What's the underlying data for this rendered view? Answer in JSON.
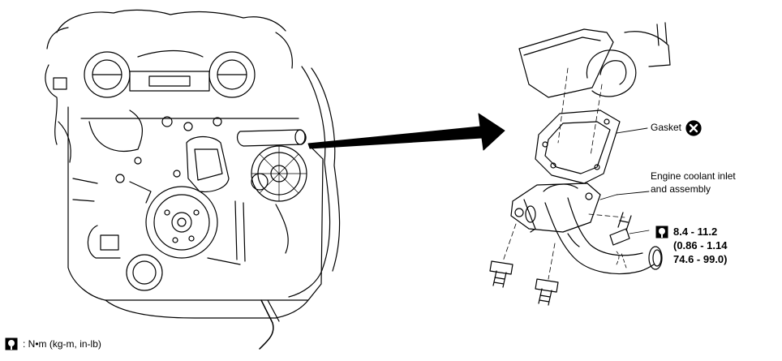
{
  "labels": {
    "gasket": "Gasket",
    "inlet_line1": "Engine coolant inlet",
    "inlet_line2": "and assembly"
  },
  "torque": {
    "line1": "8.4 - 11.2",
    "line2": "(0.86 - 1.14",
    "line3": "74.6 - 99.0)"
  },
  "legend": {
    "text": ": N•m  (kg-m,  in-lb)"
  },
  "icons": {
    "torque": "torque-wrench-icon",
    "do_not_reuse": "do-not-reuse-x-icon"
  }
}
